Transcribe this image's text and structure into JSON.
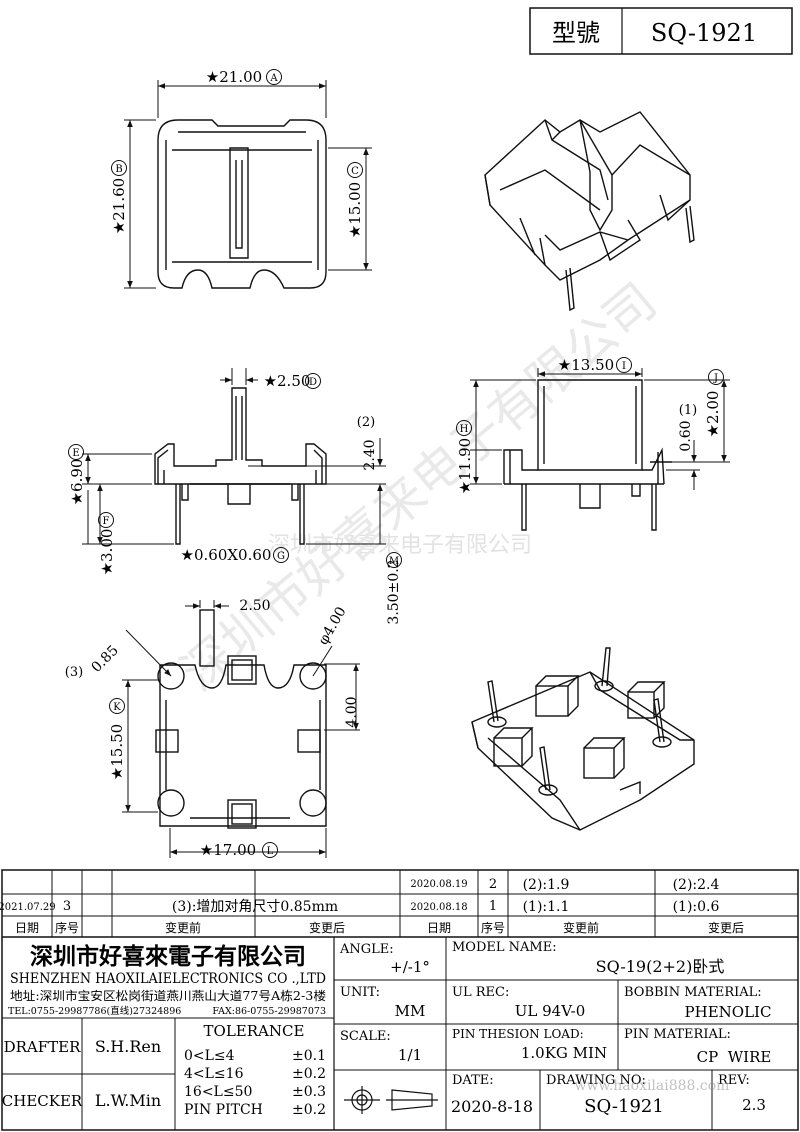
{
  "header": {
    "model_label": "型號",
    "model_value": "SQ-1921"
  },
  "dims": {
    "a": "★21.00",
    "a_tag": "A",
    "b": "★21.60",
    "b_tag": "B",
    "c": "★15.00",
    "c_tag": "C",
    "d": "★2.50",
    "d_tag": "D",
    "e": "★6.90",
    "e_tag": "E",
    "f": "★3.00",
    "f_tag": "F",
    "g": "★0.60X0.60",
    "g_tag": "G",
    "m": "3.50±0.2",
    "m_tag": "M",
    "h": "★11.90",
    "h_tag": "H",
    "i": "★13.50",
    "i_tag": "I",
    "j": "★2.00",
    "j_tag": "J",
    "k": "★15.50",
    "k_tag": "K",
    "l": "★17.00",
    "l_tag": "L",
    "side_2_label": "(2)",
    "side_2_val": "2.40",
    "side_1_label": "(1)",
    "side_1_val": "0.60",
    "bottom_w": "2.50",
    "bottom_diag_label": "(3)",
    "bottom_diag_val": "0.85",
    "bottom_circle": "φ4.00",
    "bottom_side": "4.00"
  },
  "watermark": "深圳市好喜来电子有限公司",
  "revisions": {
    "left": {
      "row1": {
        "date": "2021.07.29",
        "no": "3",
        "before": "(3):增加对角尺寸0.85mm",
        "after": ""
      },
      "head": {
        "date": "日期",
        "no": "序号",
        "before": "变更前",
        "after": "变更后"
      }
    },
    "right": {
      "row0": {
        "date": "2020.08.19",
        "no": "2",
        "before": "(2):1.9",
        "after": "(2):2.4"
      },
      "row1": {
        "date": "2020.08.18",
        "no": "1",
        "before": "(1):1.1",
        "after": "(1):0.6"
      },
      "head": {
        "date": "日期",
        "no": "序号",
        "before": "变更前",
        "after": "变更后"
      }
    }
  },
  "company": {
    "name_cn": "深圳市好喜來電子有限公司",
    "name_en": "SHENZHEN HAOXILAIELECTRONICS CO .,LTD",
    "address": "地址:深圳市宝安区松岗街道燕川燕山大道77号A栋2-3楼",
    "tel": "TEL:0755-29987786(直线)27324896",
    "fax": "FAX:86-0755-29987073"
  },
  "fields": {
    "angle_label": "ANGLE:",
    "angle_value": "+/-1°",
    "model_name_label": "MODEL NAME:",
    "model_name_value": "SQ-19(2+2)卧式",
    "unit_label": "UNIT:",
    "unit_value": "MM",
    "ul_rec_label": "UL REC:",
    "ul_rec_value": "UL 94V-0",
    "bobbin_label": "BOBBIN MATERIAL:",
    "bobbin_value": "PHENOLIC",
    "scale_label": "SCALE:",
    "scale_value": "1/1",
    "pin_tension_label": "PIN THESION LOAD:",
    "pin_tension_value": "1.0KG MIN",
    "pin_material_label": "PIN MATERIAL:",
    "pin_material_value": "CP  WIRE",
    "date_label": "DATE:",
    "date_value": "2020-8-18",
    "drawing_no_label": "DRAWING NO:",
    "drawing_no_value": "SQ-1921",
    "rev_label": "REV:",
    "rev_value": "2.3",
    "drafter_label": "DRAFTER",
    "drafter_value": "S.H.Ren",
    "checker_label": "CHECKER",
    "checker_value": "L.W.Min",
    "watermark_url": "www.haoxilai888.com"
  },
  "tolerance": {
    "title": "TOLERANCE",
    "rows": [
      {
        "range": "0<L≤4",
        "value": "±0.1"
      },
      {
        "range": "4<L≤16",
        "value": "±0.2"
      },
      {
        "range": "16<L≤50",
        "value": "±0.3"
      },
      {
        "range": "PIN PITCH",
        "value": "±0.2"
      }
    ]
  }
}
